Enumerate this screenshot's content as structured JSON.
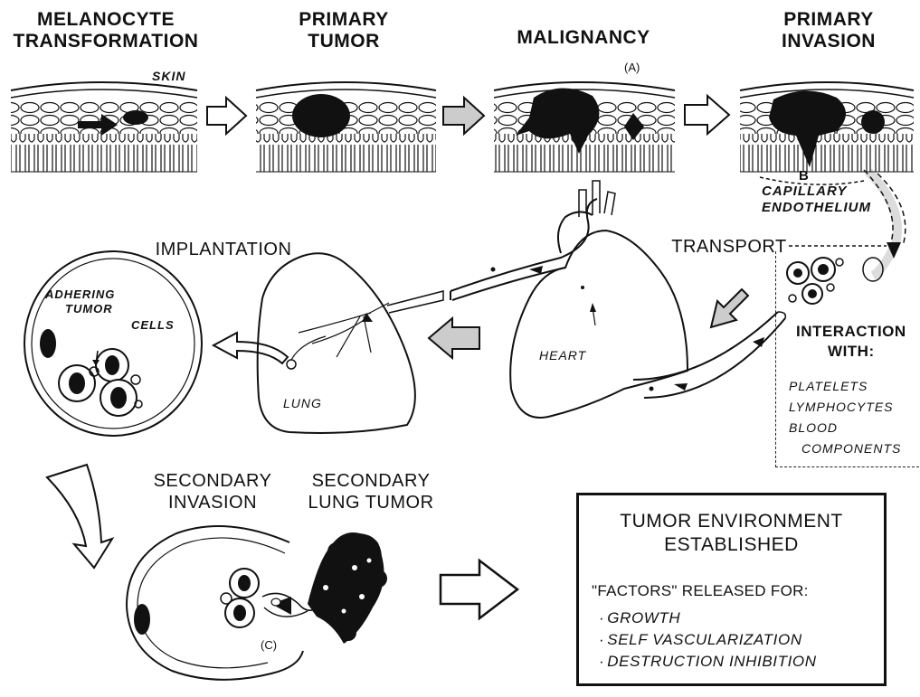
{
  "stages": {
    "melanocyte": [
      "MELANOCYTE",
      "TRANSFORMATION"
    ],
    "primary_tumor": [
      "PRIMARY",
      "TUMOR"
    ],
    "malignancy": [
      "MALIGNANCY"
    ],
    "primary_invasion": [
      "PRIMARY",
      "INVASION"
    ],
    "implantation": "IMPLANTATION",
    "transport": "TRANSPORT",
    "secondary_invasion": [
      "SECONDARY",
      "INVASION"
    ],
    "secondary_lung_tumor": [
      "SECONDARY",
      "LUNG TUMOR"
    ]
  },
  "annotations": {
    "skin": "SKIN",
    "marker_a": "(A)",
    "marker_b": "B",
    "marker_c": "(C)",
    "capillary": [
      "CAPILLARY",
      "ENDOTHELIUM"
    ],
    "adhering": [
      "ADHERING",
      "TUMOR",
      "CELLS"
    ],
    "heart": "HEART",
    "lung": "LUNG"
  },
  "interaction": {
    "title": [
      "INTERACTION",
      "WITH:"
    ],
    "items": [
      "PLATELETS",
      "LYMPHOCYTES",
      "BLOOD",
      "COMPONENTS"
    ]
  },
  "environment_box": {
    "title": [
      "TUMOR ENVIRONMENT",
      "ESTABLISHED"
    ],
    "subtitle": "\"FACTORS\" RELEASED FOR:",
    "items": [
      "GROWTH",
      "SELF VASCULARIZATION",
      "DESTRUCTION INHIBITION"
    ]
  },
  "colors": {
    "ink": "#111111",
    "paper": "#ffffff"
  }
}
